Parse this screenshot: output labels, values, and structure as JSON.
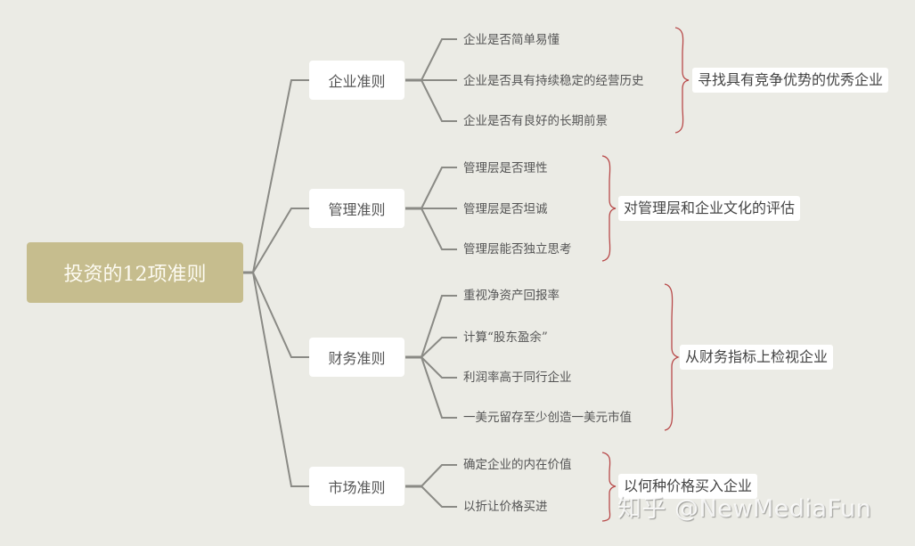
{
  "mindmap": {
    "root": {
      "label": "投资的12项准则"
    },
    "branches": [
      {
        "label": "企业准则",
        "items": [
          "企业是否简单易懂",
          "企业是否具有持续稳定的经营历史",
          "企业是否有良好的长期前景"
        ],
        "summary": "寻找具有竞争优势的优秀企业"
      },
      {
        "label": "管理准则",
        "items": [
          "管理层是否理性",
          "管理层是否坦诚",
          "管理层能否独立思考"
        ],
        "summary": "对管理层和企业文化的评估"
      },
      {
        "label": "财务准则",
        "items": [
          "重视净资产回报率",
          "计算“股东盈余”",
          "利润率高于同行企业",
          "一美元留存至少创造一美元市值"
        ],
        "summary": "从财务指标上检视企业"
      },
      {
        "label": "市场准则",
        "items": [
          "确定企业的内在价值",
          "以折让价格买进"
        ],
        "summary": "以何种价格买入企业"
      }
    ]
  },
  "colors": {
    "background": "#ebebe5",
    "root_fill": "#c6bd8e",
    "connector": "#8a8a85",
    "brace": "#b84a4a"
  },
  "watermark": {
    "text": "知乎 @NewMediaFun"
  }
}
